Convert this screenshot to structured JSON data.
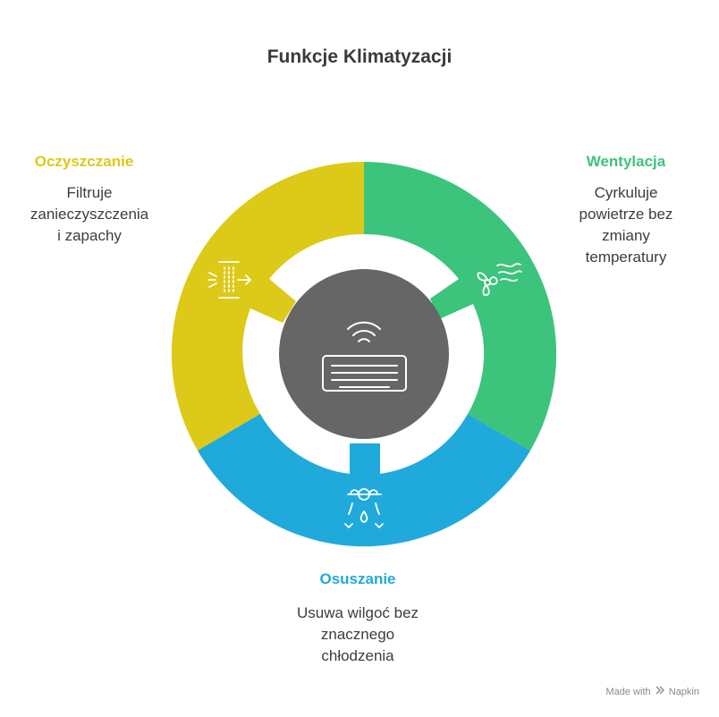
{
  "title": "Funkcje Klimatyzacji",
  "colors": {
    "oczyszczanie": "#DDC917",
    "wentylacja": "#3CC47C",
    "osuszanie": "#1FAADB",
    "center": "#666666"
  },
  "segments": [
    {
      "id": "oczyszczanie",
      "title": "Oczyszczanie",
      "desc_lines": [
        "Filtruje",
        "zanieczyszczenia",
        "i zapachy"
      ],
      "icon": "air-filter-icon"
    },
    {
      "id": "wentylacja",
      "title": "Wentylacja",
      "desc_lines": [
        "Cyrkuluje",
        "powietrze bez",
        "zmiany",
        "temperatury"
      ],
      "icon": "fan-wind-icon"
    },
    {
      "id": "osuszanie",
      "title": "Osuszanie",
      "desc_lines": [
        "Usuwa wilgoć bez",
        "znacznego",
        "chłodzenia"
      ],
      "icon": "dehumidifier-drop-icon"
    }
  ],
  "center_icon": "air-conditioner-icon",
  "footer": {
    "made_with": "Made with",
    "brand": "Napkin"
  }
}
